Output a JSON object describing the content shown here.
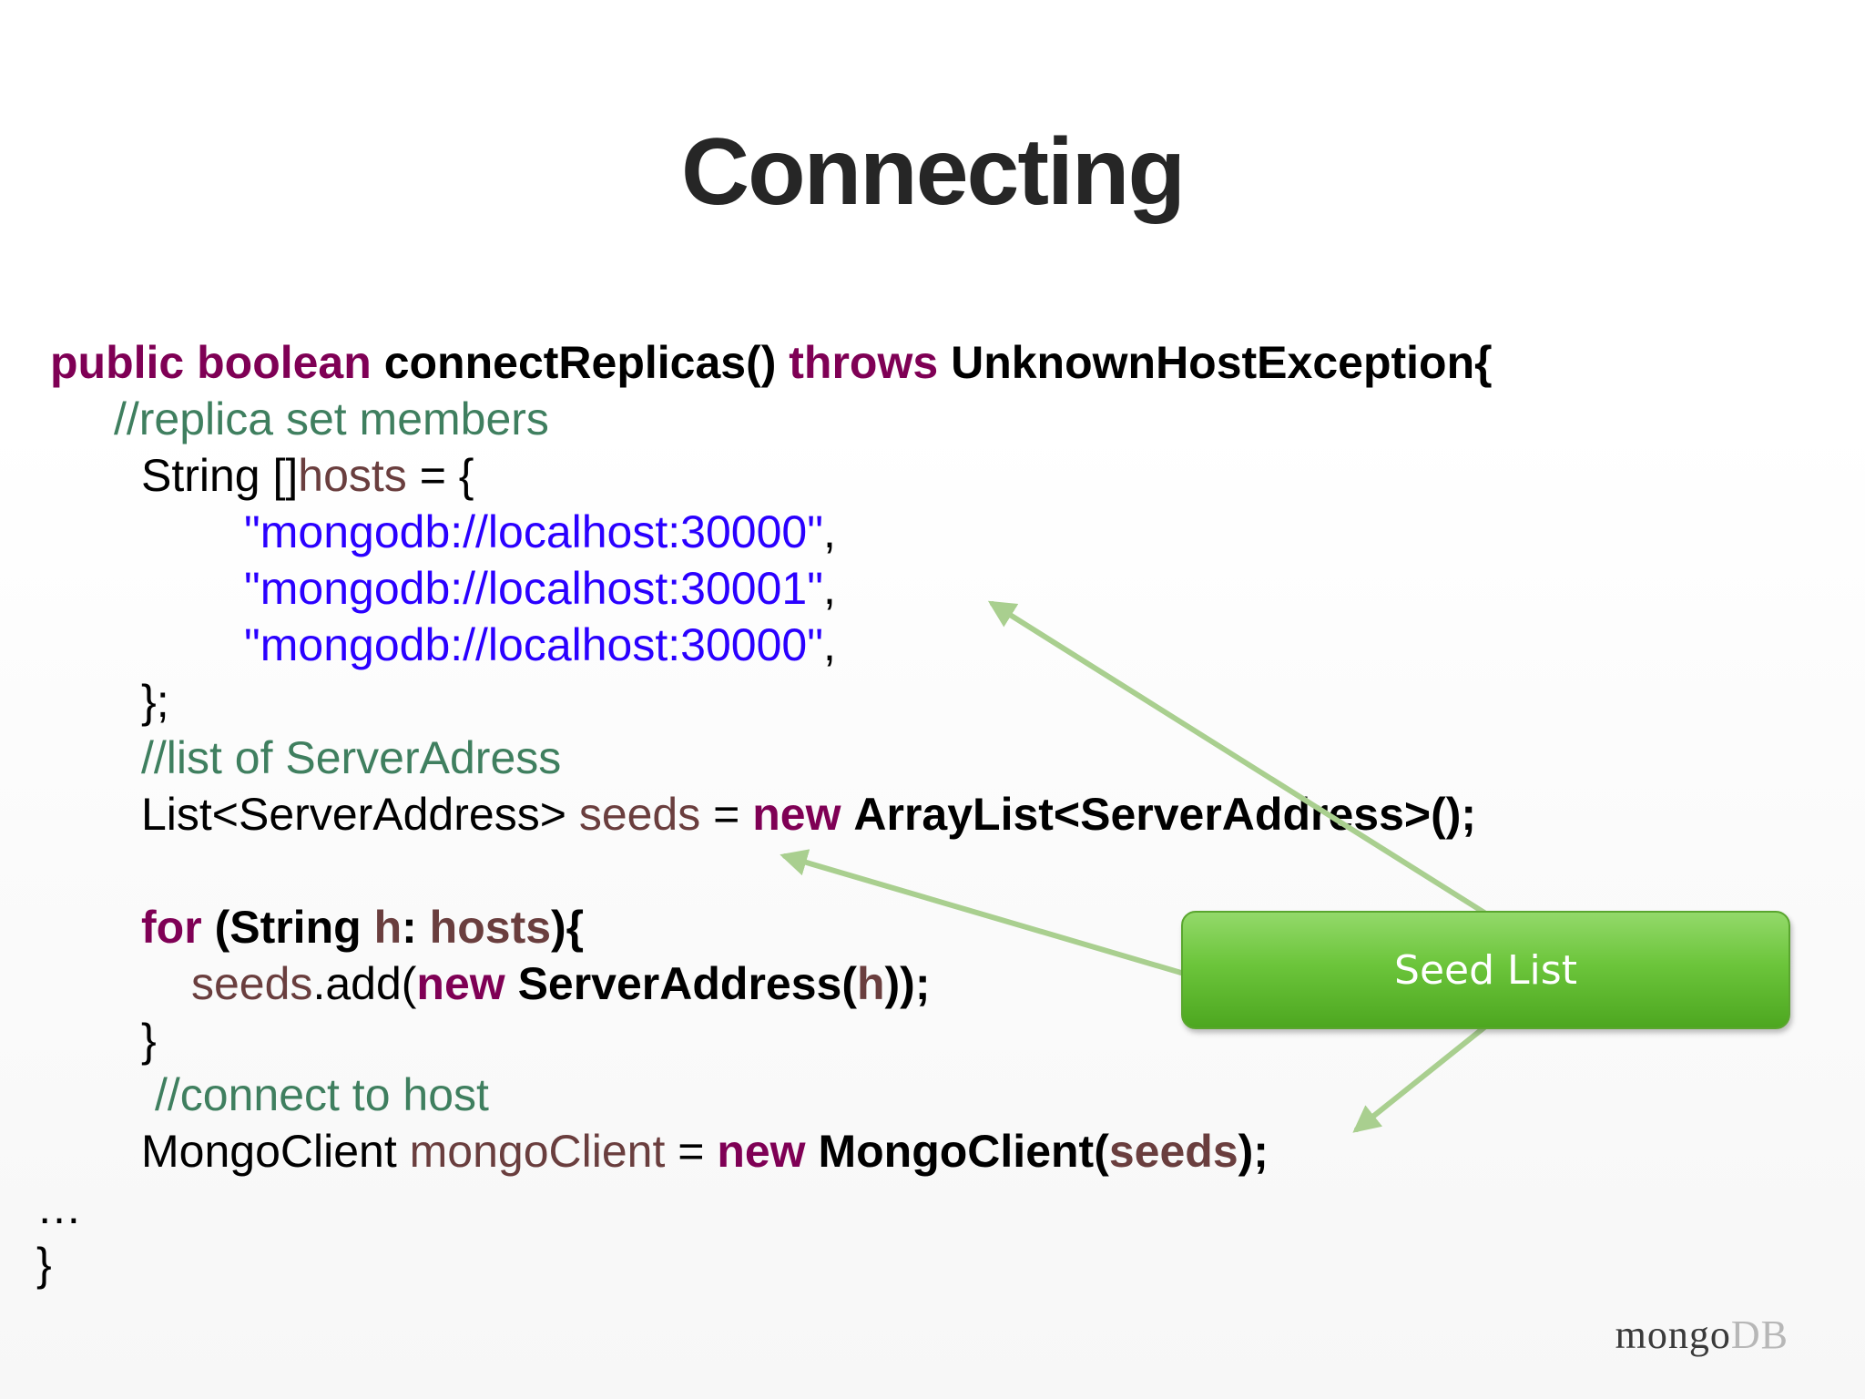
{
  "slide": {
    "title": "Connecting"
  },
  "code": {
    "line1": {
      "kw_public_boolean": "public boolean",
      "method": "connectReplicas()",
      "kw_throws": "throws",
      "exception": "UnknownHostException{"
    },
    "line2": {
      "comment": "//replica set members"
    },
    "line3": {
      "type": "String []",
      "var": "hosts",
      "rest": " = {"
    },
    "line4": {
      "string": "\"mongodb://localhost:30000\"",
      "comma": ","
    },
    "line5": {
      "string": "\"mongodb://localhost:30001\"",
      "comma": ","
    },
    "line6": {
      "string": "\"mongodb://localhost:30000\"",
      "comma": ","
    },
    "line7": {
      "text": "};"
    },
    "line8": {
      "comment": "//list of ServerAdress"
    },
    "line9": {
      "type": "List<ServerAddress>",
      "var": "seeds",
      "eq": " = ",
      "kw_new": "new",
      "ctor": "ArrayList<ServerAddress>();"
    },
    "line10": {
      "kw_for": "for",
      "open": "(String",
      "var_h": "h",
      "colon": ":",
      "var_hosts": "hosts",
      "close": "){"
    },
    "line11": {
      "var_seeds": "seeds",
      "call": ".add(",
      "kw_new": "new",
      "ctor": "ServerAddress(",
      "var_h": "h",
      "end": "));"
    },
    "line12": {
      "text": "}"
    },
    "line13": {
      "comment": "//connect to host"
    },
    "line14": {
      "type": "MongoClient",
      "var": "mongoClient",
      "eq": " = ",
      "kw_new": "new",
      "ctor": "MongoClient(",
      "var_seeds": "seeds",
      "end": ");"
    },
    "line15": {
      "text": "…"
    },
    "line16": {
      "text": "}"
    }
  },
  "callout": {
    "label": "Seed List",
    "color": "#6cc53b",
    "arrow_color": "#a9cf8f"
  },
  "logo": {
    "mongo": "mongo",
    "db": "DB"
  }
}
